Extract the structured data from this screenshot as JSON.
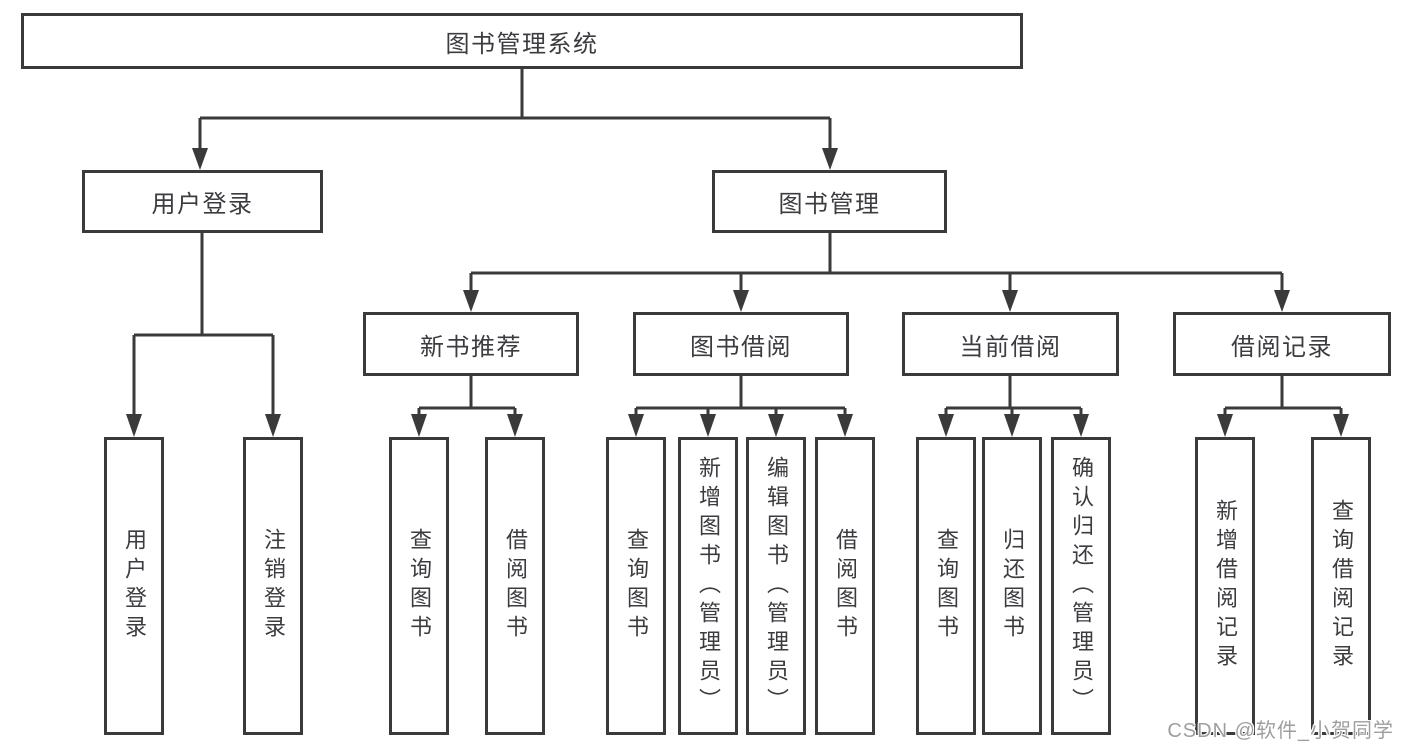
{
  "diagram": {
    "root": {
      "label": "图书管理系统"
    },
    "branches": [
      {
        "label": "用户登录",
        "children": [
          {
            "label": "用户登录"
          },
          {
            "label": "注销登录"
          }
        ]
      },
      {
        "label": "图书管理",
        "children": [
          {
            "label": "新书推荐",
            "children": [
              {
                "label": "查询图书"
              },
              {
                "label": "借阅图书"
              }
            ]
          },
          {
            "label": "图书借阅",
            "children": [
              {
                "label": "查询图书"
              },
              {
                "label": "新增图书（管理员）"
              },
              {
                "label": "编辑图书（管理员）"
              },
              {
                "label": "借阅图书"
              }
            ]
          },
          {
            "label": "当前借阅",
            "children": [
              {
                "label": "查询图书"
              },
              {
                "label": "归还图书"
              },
              {
                "label": "确认归还（管理员）"
              }
            ]
          },
          {
            "label": "借阅记录",
            "children": [
              {
                "label": "新增借阅记录"
              },
              {
                "label": "查询借阅记录"
              }
            ]
          }
        ]
      }
    ]
  },
  "watermark": {
    "text": "CSDN @软件_小贺同学"
  },
  "colors": {
    "line": "#3a3a3a",
    "text": "#3c3c40",
    "watermark": "#9e9e9e",
    "background": "#ffffff"
  }
}
